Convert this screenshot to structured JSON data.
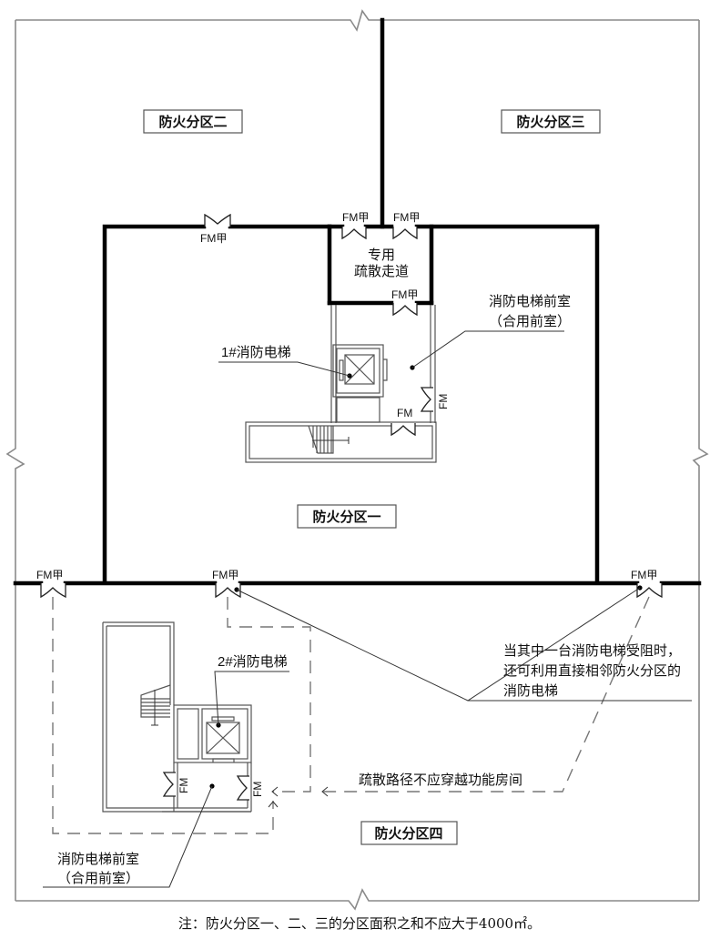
{
  "zones": {
    "zone1": "防火分区一",
    "zone2": "防火分区二",
    "zone3": "防火分区三",
    "zone4": "防火分区四"
  },
  "doors": {
    "fm_class_a": "FM甲",
    "fm": "FM"
  },
  "corridor": {
    "line1": "专用",
    "line2": "疏散走道"
  },
  "elevators": {
    "elevator1": "1#消防电梯",
    "elevator2": "2#消防电梯"
  },
  "lobby": {
    "upper_line1": "消防电梯前室",
    "upper_line2": "（合用前室）",
    "lower_line1": "消防电梯前室",
    "lower_line2": "（合用前室）"
  },
  "callouts": {
    "adjacent_line1": "当其中一台消防电梯受阻时，",
    "adjacent_line2": "还可利用直接相邻防火分区的",
    "adjacent_line3": "消防电梯",
    "evac_route": "疏散路径不应穿越功能房间"
  },
  "footnote": "注：防火分区一、二、三的分区面积之和不应大于4000㎡。"
}
